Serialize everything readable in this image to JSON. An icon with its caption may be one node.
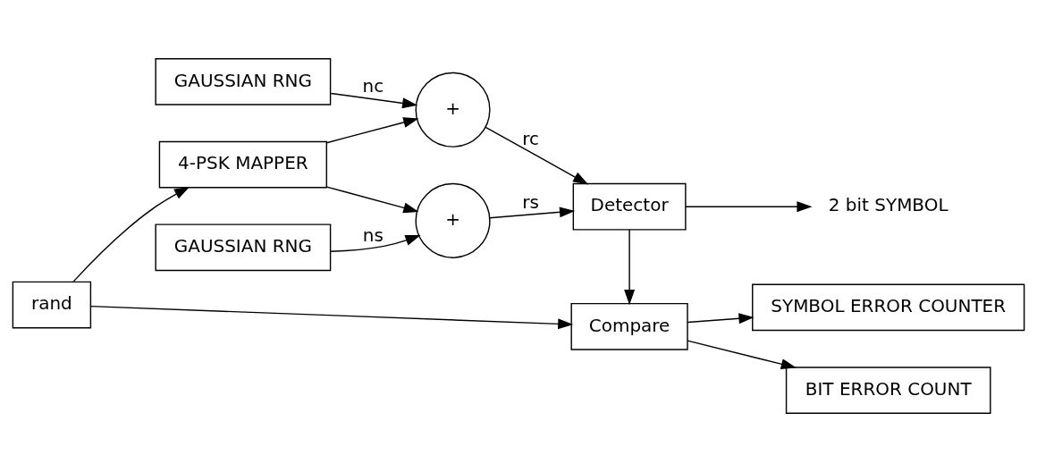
{
  "diagram": {
    "nodes": [
      {
        "text": [
          "rand"
        ]
      },
      {
        "text": [
          "GAUSSIAN RNG"
        ]
      },
      {
        "text": [
          "4-PSK MAPPER"
        ]
      },
      {
        "text": [
          "+"
        ]
      },
      {
        "text": [
          "+"
        ]
      },
      {
        "text": [
          "Detector"
        ]
      },
      {
        "text": [
          "GAUSSIAN RNG"
        ]
      },
      {
        "text": [
          "Compare"
        ]
      },
      {
        "text": [
          "BIT ERROR COUNT"
        ]
      },
      {
        "text": [
          "SYMBOL ERROR COUNTER"
        ]
      },
      {
        "text": [
          "2 bit SYMBOL"
        ]
      }
    ],
    "edges": [
      {
        "from": 0,
        "to": 2,
        "arrow": "to"
      },
      {
        "from": 0,
        "to": 7,
        "arrow": "to"
      },
      {
        "from": 1,
        "to": 3,
        "arrow": "to",
        "label": "nc"
      },
      {
        "from": 2,
        "to": 3,
        "arrow": "to"
      },
      {
        "from": 2,
        "to": 4,
        "arrow": "to"
      },
      {
        "from": 6,
        "to": 4,
        "arrow": "to",
        "label": "ns"
      },
      {
        "from": 3,
        "to": 5,
        "arrow": "to",
        "label": "rc"
      },
      {
        "from": 4,
        "to": 5,
        "arrow": "to",
        "label": "rs"
      },
      {
        "from": 5,
        "to": 10,
        "arrow": "to"
      },
      {
        "from": 5,
        "to": 7,
        "arrow": "to"
      },
      {
        "from": 7,
        "to": 8,
        "arrow": "to"
      },
      {
        "from": 7,
        "to": 9,
        "arrow": "to"
      }
    ]
  }
}
